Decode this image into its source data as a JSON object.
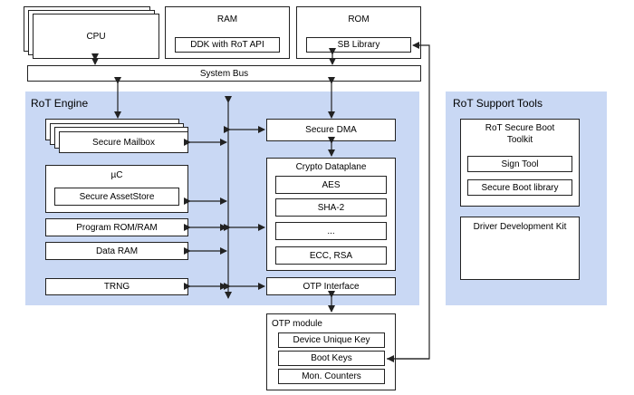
{
  "cpu": {
    "label": "CPU"
  },
  "ram": {
    "label": "RAM",
    "sub": "DDK with RoT API"
  },
  "rom": {
    "label": "ROM",
    "sub": "SB Library"
  },
  "system_bus": {
    "label": "System Bus"
  },
  "rot_engine": {
    "title": "RoT Engine",
    "secure_mailbox": "Secure Mailbox",
    "uc": "µC",
    "secure_assetstore": "Secure AssetStore",
    "program_rom_ram": "Program ROM/RAM",
    "data_ram": "Data RAM",
    "trng": "TRNG",
    "secure_dma": "Secure DMA",
    "crypto_dataplane": {
      "title": "Crypto Dataplane",
      "items": [
        "AES",
        "SHA-2",
        "...",
        "ECC, RSA"
      ]
    },
    "otp_interface": "OTP Interface"
  },
  "otp_module": {
    "title": "OTP module",
    "items": [
      "Device Unique Key",
      "Boot Keys",
      "Mon. Counters"
    ]
  },
  "support_tools": {
    "title": "RoT Support Tools",
    "secure_boot_toolkit": {
      "title_line1": "RoT Secure Boot",
      "title_line2": "Toolkit",
      "sign_tool": "Sign Tool",
      "secure_boot_library": "Secure Boot library"
    },
    "driver_kit": "Driver Development Kit"
  },
  "colors": {
    "panel": "#c9d8f4",
    "line": "#222222"
  }
}
